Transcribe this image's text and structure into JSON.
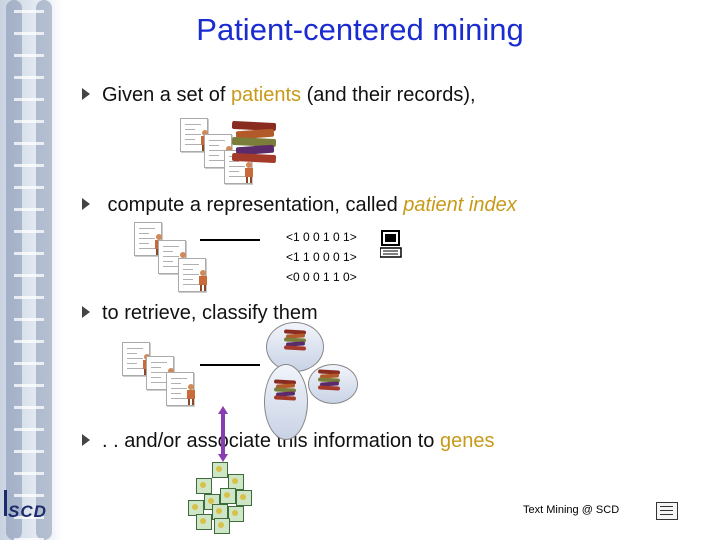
{
  "slide": {
    "title": "Patient-centered mining",
    "bullets": [
      {
        "segments": [
          {
            "text": "Given a set of ",
            "style": "normal"
          },
          {
            "text": "patients",
            "style": "highlight"
          },
          {
            "text": " (and their records),",
            "style": "normal"
          }
        ]
      },
      {
        "segments": [
          {
            "text": " compute a representation, called ",
            "style": "normal"
          },
          {
            "text": "patient index",
            "style": "highlight-italic"
          }
        ]
      },
      {
        "segments": [
          {
            "text": "to retrieve, classify them",
            "style": "normal"
          }
        ]
      },
      {
        "segments": [
          {
            "text": ". . and/or associate this information to ",
            "style": "normal"
          },
          {
            "text": "genes",
            "style": "highlight"
          }
        ]
      }
    ],
    "index_vectors": [
      "<1 0 0 1 0 1>",
      "<1 1 0 0 0 1>",
      "<0 0 0 1 1 0>"
    ]
  },
  "footer": {
    "text": "Text Mining @ SCD",
    "logo": "SCD"
  },
  "icons": [
    "patient-record-icon",
    "books-stack-icon",
    "computer-icon",
    "double-arrow-icon",
    "gene-network-icon",
    "slide-icon"
  ],
  "colors": {
    "title": "#1a2bd0",
    "highlight": "#c79a1a",
    "text": "#111111",
    "logo": "#1c2b6b"
  }
}
